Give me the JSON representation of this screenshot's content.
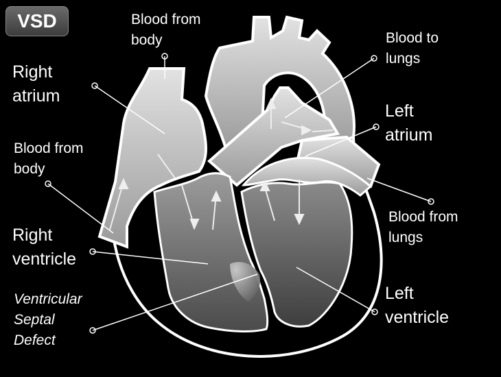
{
  "badge": {
    "text": "VSD"
  },
  "labels": {
    "right_atrium": [
      "Right",
      "atrium"
    ],
    "blood_from_body_top": [
      "Blood from",
      "body"
    ],
    "blood_from_body_left": [
      "Blood from",
      "body"
    ],
    "blood_to_lungs": [
      "Blood to",
      "lungs"
    ],
    "left_atrium": [
      "Left",
      "atrium"
    ],
    "blood_from_lungs": [
      "Blood from",
      "lungs"
    ],
    "right_ventricle": [
      "Right",
      "ventricle"
    ],
    "vsd": [
      "Ventricular",
      "Septal",
      "Defect"
    ],
    "left_ventricle": [
      "Left",
      "ventricle"
    ]
  },
  "colors": {
    "background": "#000000",
    "outline": "#ffffff",
    "fill_light": "#c8c8c8",
    "fill_dark": "#5a5a5a"
  }
}
